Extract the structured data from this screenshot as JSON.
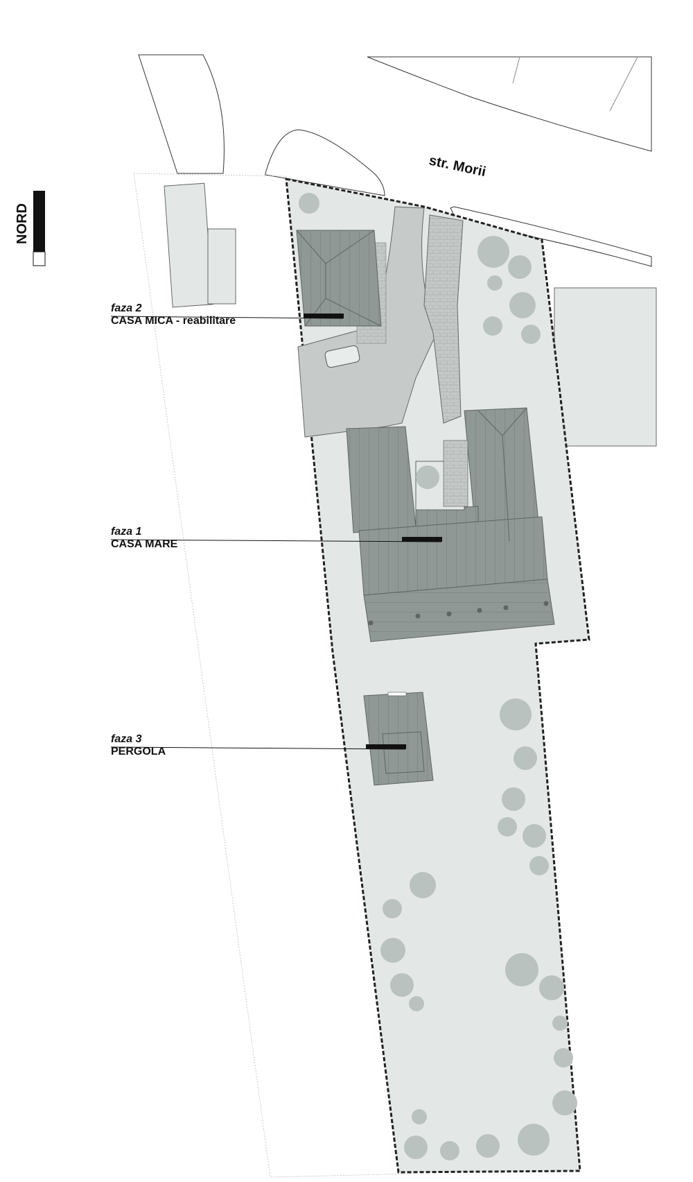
{
  "north": {
    "label": "NORD"
  },
  "street": {
    "name": "str. Morii"
  },
  "phases": [
    {
      "phase": "faza 2",
      "title": "CASA MICA - reabilitare"
    },
    {
      "phase": "faza 1",
      "title": "CASA MARE"
    },
    {
      "phase": "faza 3",
      "title": "PERGOLA"
    }
  ],
  "colors": {
    "plot_fill": "#e3e8e6",
    "roof_fill": "#8f9894",
    "roof_line": "#6a716e",
    "paved_fill": "#c6cbc9",
    "tree_fill": "#b9c2be",
    "neighbor_fill": "#e3e8e6",
    "boundary": "#222222"
  }
}
